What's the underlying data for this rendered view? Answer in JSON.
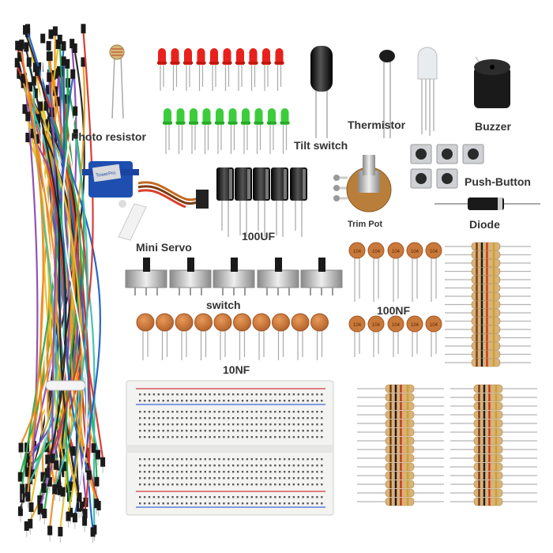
{
  "image": {
    "subject": "electronics starter kit components",
    "background": "#ffffff"
  },
  "labels": {
    "photo_resistor": "Photo resistor",
    "tilt_switch": "Tilt switch",
    "thermistor": "Thermistor",
    "buzzer": "Buzzer",
    "push_button": "Push-Button",
    "trim_pot": "Trim Pot",
    "diode": "Diode",
    "cap_100uf": "100UF",
    "mini_servo": "Mini Servo",
    "switch": "switch",
    "cap_100nf": "100NF",
    "cap_10nf": "10NF"
  },
  "servo_brand": "TowerPro",
  "cap_100nf_marking": "104",
  "colors": {
    "led_red": "#e8211c",
    "led_green": "#3ccc3c",
    "capacitor_body": "#c9793a",
    "resistor_body": "#d9b27a",
    "servo_blue": "#1e4fb0",
    "breadboard": "#f3f3f1",
    "electrolytic": "#141414"
  }
}
